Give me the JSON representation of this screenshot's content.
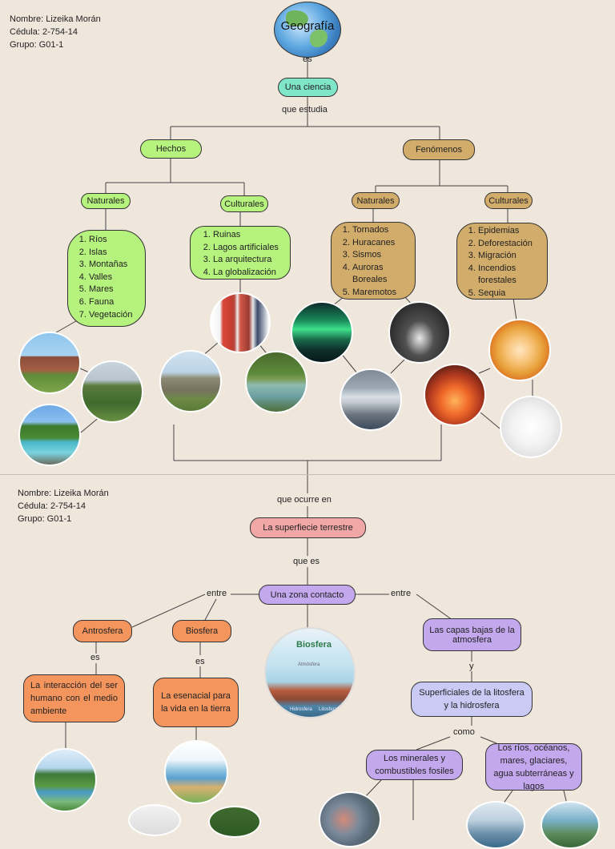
{
  "headers": [
    {
      "name": "Nombre: Lizeika Morán",
      "id": "Cédula: 2-754-14",
      "group": "Grupo: G01-1"
    },
    {
      "name": "Nombre: Lizeika Morán",
      "id": "Cédula: 2-754-14",
      "group": "Grupo: G01-1"
    }
  ],
  "title": "Geografía",
  "connectors": {
    "es": "es",
    "que_estudia": "que estudia",
    "que_ocurre_en": "que ocurre en",
    "que_es": "que es",
    "entre_left": "entre",
    "entre_right": "entre",
    "es_antrosfera": "es",
    "es_biosfera": "es",
    "y": "y",
    "como": "como"
  },
  "nodes": {
    "una_ciencia": "Una ciencia",
    "hechos": "Hechos",
    "fenomenos": "Fenómenos",
    "hechos_naturales": "Naturales",
    "hechos_culturales": "Culturales",
    "fen_naturales": "Naturales",
    "fen_culturales": "Culturales",
    "superficie": "La superfiecie terrestre",
    "zona_contacto": "Una zona contacto",
    "antrosfera": "Antrosfera",
    "biosfera": "Biosfera",
    "capas_bajas": "Las capas bajas de la atmosfera",
    "interaccion": "La interacción del ser humano con el medio ambiente",
    "esenacial": "La esenacial para la vida en la tierra",
    "superficiales": "Superficiales de la litosfera y la hidrosfera",
    "minerales": "Los minerales y combustibles fosiles",
    "rios": "Los ríos, océanos, mares, glaciares, agua subterráneas y lagos"
  },
  "lists": {
    "hechos_naturales": [
      "Ríos",
      "Islas",
      "Montañas",
      "Valles",
      " Mares",
      "Fauna",
      "Vegetación"
    ],
    "hechos_culturales": [
      "Ruinas",
      "Lagos artificiales",
      "La arquitectura",
      "La globalización"
    ],
    "fen_naturales": [
      "Tornados",
      "Huracanes",
      "Sismos",
      "Auroras Boreales",
      "Maremotos"
    ],
    "fen_culturales": [
      "Epidemias",
      "Deforestación",
      "Migración",
      "Incendios forestales",
      "Sequia"
    ]
  },
  "biosfera_image": {
    "title": "Biosfera",
    "atm": "Atmósfera",
    "hidro": "Hidrosfera",
    "lito": "Litosfera"
  },
  "photos": [
    "mountains-photo",
    "green-valley-photo",
    "river-photo",
    "city-buildings-photo",
    "ruins-photo",
    "artificial-lake-photo",
    "aurora-photo",
    "tornado-photo",
    "tsunami-city-photo",
    "wildfire-photo",
    "biohazard-epidemic-photo",
    "migration-people-photo",
    "lake-trees-photo",
    "ecosystem-illustration",
    "plants-photo",
    "forest-photo",
    "minerals-photo",
    "ocean-photo",
    "coast-photo"
  ]
}
